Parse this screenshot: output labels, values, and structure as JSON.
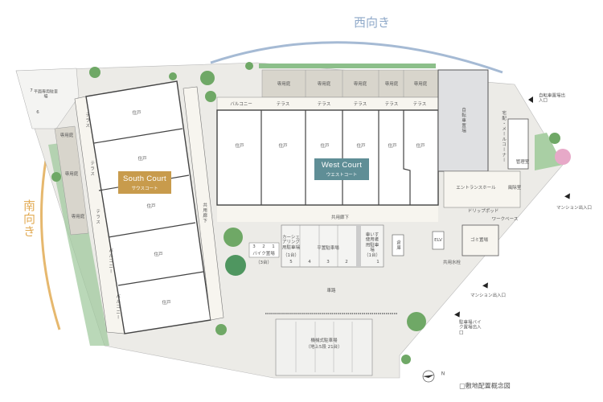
{
  "orientation": {
    "west": "西向き",
    "south": "南向き"
  },
  "colors": {
    "west_accent": "#5f8e96",
    "south_accent": "#c89b4c",
    "west_arc": "#8fa9c9",
    "south_arc": "#e2ab55",
    "green": "#7fb27a",
    "ground": "#ecebe7"
  },
  "south_court": {
    "name_en": "South Court",
    "name_jp": "サウスコート",
    "units": [
      "住戸",
      "住戸",
      "住戸",
      "住戸",
      "住戸"
    ],
    "terraces": [
      "テラス",
      "テラス",
      "テラス"
    ],
    "balconies": [
      "バルコニー",
      "バルコニー"
    ],
    "private_gardens": [
      "専用庭",
      "専用庭",
      "専用庭"
    ],
    "corridor": "共用廊下",
    "flat_parking": "平面専用駐車場",
    "parking_numbers": [
      "7",
      "6"
    ]
  },
  "west_court": {
    "name_en": "West Court",
    "name_jp": "ウエストコート",
    "units": [
      "住戸",
      "住戸",
      "住戸",
      "住戸",
      "住戸",
      "住戸"
    ],
    "balcony": "バルコニー",
    "terraces": [
      "テラス",
      "テラス",
      "テラス",
      "テラス",
      "テラス"
    ],
    "private_gardens": [
      "専用庭",
      "専用庭",
      "専用庭",
      "専用庭",
      "専用庭"
    ],
    "corridor": "共用廊下"
  },
  "facilities": {
    "bike_parking": "バイク置場",
    "bike_count": "（3台）",
    "bike_numbers": [
      "3",
      "2",
      "1"
    ],
    "car_sharing": "カーシェアリング用駐車場",
    "car_sharing_count": "（1台）",
    "flat_parking": "平置駐車場",
    "wheelchair_parking": "車いす使用者用駐車場",
    "wheelchair_count": "（1台）",
    "parking_numbers": [
      "5",
      "4",
      "3",
      "2",
      "1"
    ],
    "storage": "倉庫",
    "elevator": "ELV",
    "water_tap": "共用水栓",
    "garbage": "ゴミ置場",
    "drip_pod": "ドリップポッド",
    "work_base": "ワークベース",
    "entrance_hall": "エントランスホール",
    "windbreak_room": "風除室",
    "management_office": "管理室",
    "delivery_corner": "宅配・メールコーナー",
    "bicycle_parking": "自転車置場",
    "driveway": "車路",
    "mechanical_parking": "機械式駐車場",
    "mechanical_parking_detail": "（地上5段 21台）"
  },
  "entrances": {
    "bicycle": "自転車置場出入口",
    "mansion_1": "マンション出入口",
    "mansion_2": "マンション出入口",
    "parking": "駐車場バイク置場出入口"
  },
  "legend": {
    "compass_n": "N",
    "caption": "□敷地配置概念図"
  }
}
